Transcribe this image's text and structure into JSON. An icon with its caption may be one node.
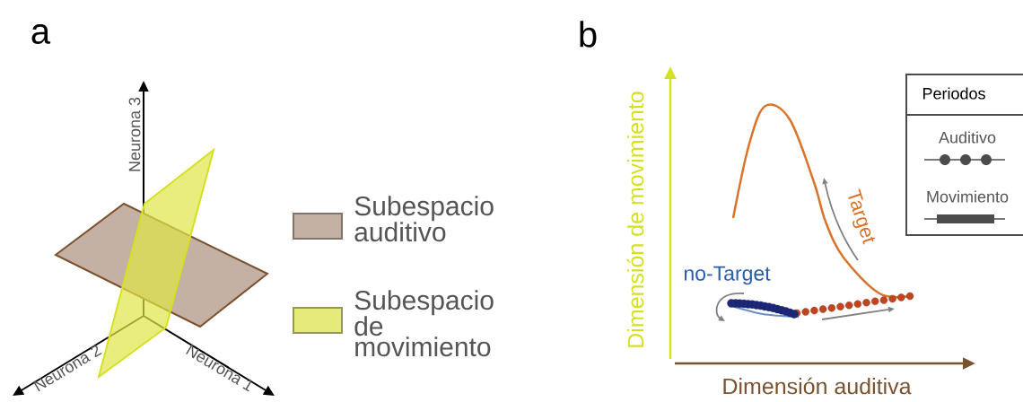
{
  "diagram": {
    "labels": [
      "a",
      "b",
      "Neurona 3",
      "Neurona 2",
      "Neurona 1",
      "Dimensión de movimiento",
      "Dimensión auditiva",
      "no-Target",
      "Target",
      "Periodos"
    ],
    "legend": [
      {
        "text": "Subespacio auditivo",
        "color": "#c4b1a3"
      },
      {
        "text": "Subespacio de movimiento",
        "color": "#e5ea7a"
      },
      {
        "text": "Auditivo"
      },
      {
        "text": "Movimiento"
      }
    ]
  }
}
